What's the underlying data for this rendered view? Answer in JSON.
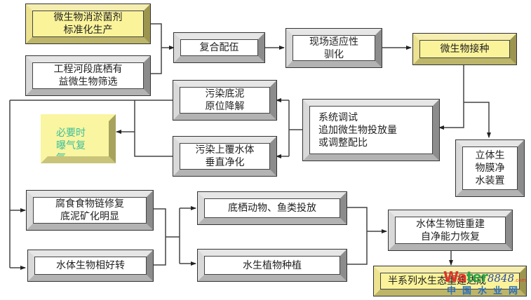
{
  "diagram": {
    "type": "flowchart",
    "nodes": {
      "microbe_agent_production": {
        "label": "微生物消淤菌剂\n标准化生产",
        "style": "yellow-red"
      },
      "beneficial_microbe_screening": {
        "label": "工程河段底栖有\n益微生物筛选",
        "style": "plain"
      },
      "compound_formulation": {
        "label": "复合配伍",
        "style": "plain"
      },
      "onsite_acclimation": {
        "label": "现场适应性\n驯化",
        "style": "plain"
      },
      "microbe_inoculation": {
        "label": "微生物接种",
        "style": "yellow-red"
      },
      "sediment_degradation": {
        "label": "污染底泥\n原位降解",
        "style": "plain"
      },
      "aeration_when_needed": {
        "label": "必要时\n曝气复\n氧",
        "style": "yellow-green"
      },
      "overlying_water_purification": {
        "label": "污染上覆水体\n垂直净化",
        "style": "plain"
      },
      "system_tuning": {
        "label": "系统调试\n追加微生物投放量\n或调整配比",
        "style": "plain"
      },
      "biofilm_device": {
        "label": "立体生\n物膜净\n水装置",
        "style": "plain"
      },
      "detritus_food_chain": {
        "label": "腐食食物链修复\n底泥矿化明显",
        "style": "plain"
      },
      "aquatic_life_improved": {
        "label": "水体生物相好转",
        "style": "plain"
      },
      "benthic_fish_stocking": {
        "label": "底栖动物、鱼类投放",
        "style": "plain"
      },
      "aquatic_plant_planting": {
        "label": "水生植物种植",
        "style": "plain"
      },
      "food_chain_rebuilt": {
        "label": "水体生物链重建\n自净能力恢复",
        "style": "plain"
      },
      "ecosystem_restored": {
        "label": "半系列水生态重建达成",
        "style": "yellow-red"
      }
    },
    "edges": [
      [
        "microbe_agent_production",
        "compound_formulation"
      ],
      [
        "beneficial_microbe_screening",
        "compound_formulation"
      ],
      [
        "compound_formulation",
        "onsite_acclimation"
      ],
      [
        "onsite_acclimation",
        "microbe_inoculation"
      ],
      [
        "microbe_inoculation",
        "system_tuning"
      ],
      [
        "microbe_inoculation",
        "biofilm_device"
      ],
      [
        "system_tuning",
        "sediment_degradation"
      ],
      [
        "system_tuning",
        "overlying_water_purification"
      ],
      [
        "sediment_degradation",
        "aeration_when_needed"
      ],
      [
        "overlying_water_purification",
        "aeration_when_needed"
      ],
      [
        "sediment_degradation",
        "detritus_food_chain"
      ],
      [
        "sediment_degradation",
        "aquatic_life_improved"
      ],
      [
        "detritus_food_chain",
        "benthic_fish_stocking"
      ],
      [
        "detritus_food_chain",
        "aquatic_plant_planting"
      ],
      [
        "aquatic_life_improved",
        "benthic_fish_stocking"
      ],
      [
        "aquatic_life_improved",
        "aquatic_plant_planting"
      ],
      [
        "benthic_fish_stocking",
        "food_chain_rebuilt"
      ],
      [
        "aquatic_plant_planting",
        "food_chain_rebuilt"
      ],
      [
        "food_chain_rebuilt",
        "ecosystem_restored"
      ]
    ]
  },
  "watermark": {
    "brand_a": "Wa",
    "brand_b": "ter",
    "number": "8848",
    "suffix": ".com",
    "chinese": "中国水业网"
  }
}
